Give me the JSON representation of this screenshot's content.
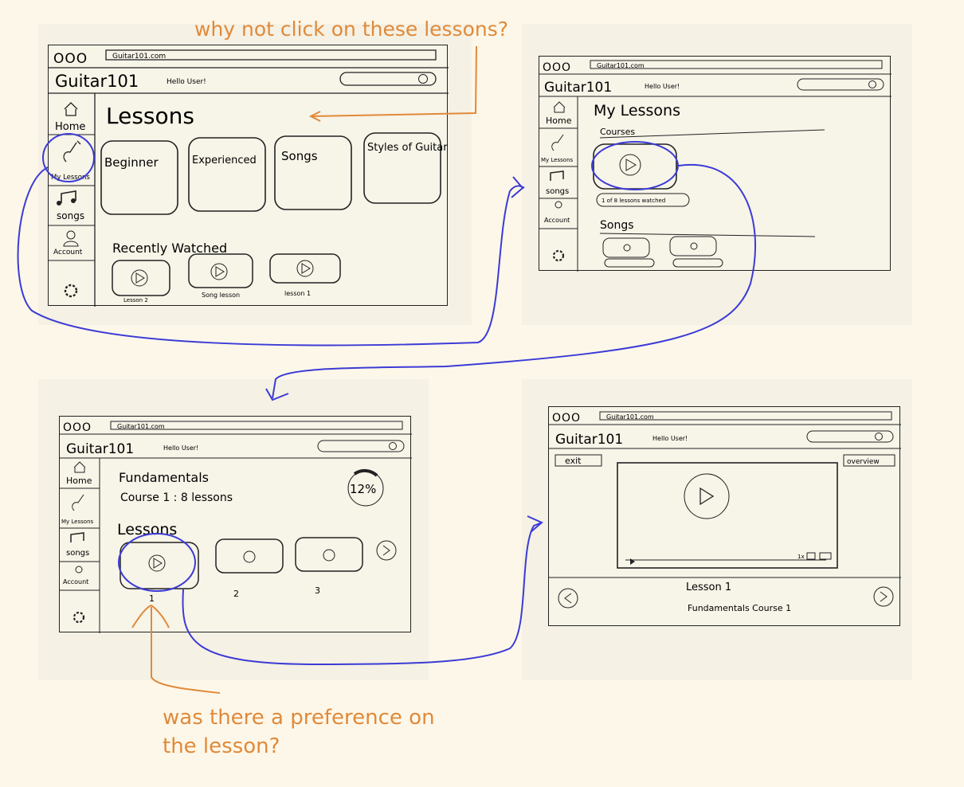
{
  "annotations": {
    "top_note": "why not click on these lessons?",
    "bottom_note_line1": "was there a preference on",
    "bottom_note_line2": "the lesson?"
  },
  "browser": {
    "dots": "OOO",
    "url": "Guitar101.com"
  },
  "header": {
    "logo": "Guitar101",
    "greeting": "Hello User!"
  },
  "sidebar": {
    "home": "Home",
    "my_lessons": "My Lessons",
    "songs": "songs",
    "account": "Account"
  },
  "screen1": {
    "title": "Lessons",
    "cards": [
      "Beginner",
      "Experienced",
      "Songs",
      "Styles of Guitar"
    ],
    "recent_title": "Recently Watched",
    "recent_items": [
      "Lesson 2",
      "Song lesson",
      "lesson 1"
    ]
  },
  "screen2": {
    "title": "My Lessons",
    "courses_label": "Courses",
    "progress_pill": "1 of 8 lessons watched",
    "songs_label": "Songs"
  },
  "screen3": {
    "title": "Fundamentals",
    "subtitle": "Course 1 : 8 lessons",
    "progress": "12%",
    "lessons_label": "Lessons",
    "lesson_numbers": [
      "1",
      "2",
      "3"
    ]
  },
  "screen4": {
    "exit": "exit",
    "overview": "overview",
    "lesson_title": "Lesson 1",
    "course_title": "Fundamentals Course 1",
    "video_speed": "1x"
  },
  "colors": {
    "annotation": "#e08a3a",
    "flow_arrow": "#3b3bd6",
    "panel": "#f5f1e4",
    "ink": "#222222"
  }
}
